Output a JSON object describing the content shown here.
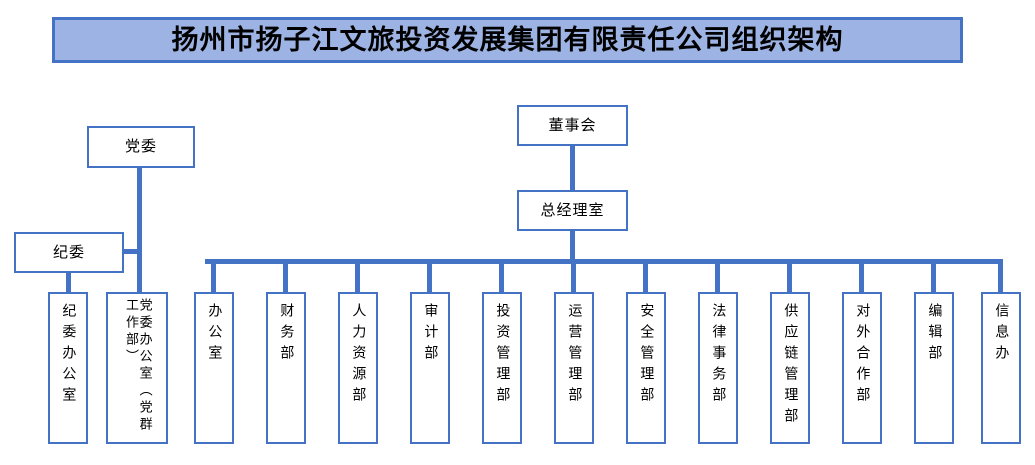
{
  "title": {
    "text": "扬州市扬子江文旅投资发展集团有限责任公司组织架构",
    "fill_color": "#9DB3E3",
    "border_color": "#4472C4"
  },
  "theme": {
    "line_color": "#4472C4",
    "box_border_color": "#4472C4",
    "box_fill_color": "#FFFFFF",
    "text_color": "#000000"
  },
  "nodes": {
    "party_committee": "党委",
    "discipline_committee": "纪委",
    "board_of_directors": "董事会",
    "general_manager_office": "总经理室"
  },
  "departments": [
    {
      "name": "纪委办公室"
    },
    {
      "name": "党委办公室（党群工作部）"
    },
    {
      "name": "办公室"
    },
    {
      "name": "财务部"
    },
    {
      "name": "人力资源部"
    },
    {
      "name": "审计部"
    },
    {
      "name": "投资管理部"
    },
    {
      "name": "运营管理部"
    },
    {
      "name": "安全管理部"
    },
    {
      "name": "法律事务部"
    },
    {
      "name": "供应链管理部"
    },
    {
      "name": "对外合作部"
    },
    {
      "name": "编辑部"
    },
    {
      "name": "信息办"
    }
  ]
}
